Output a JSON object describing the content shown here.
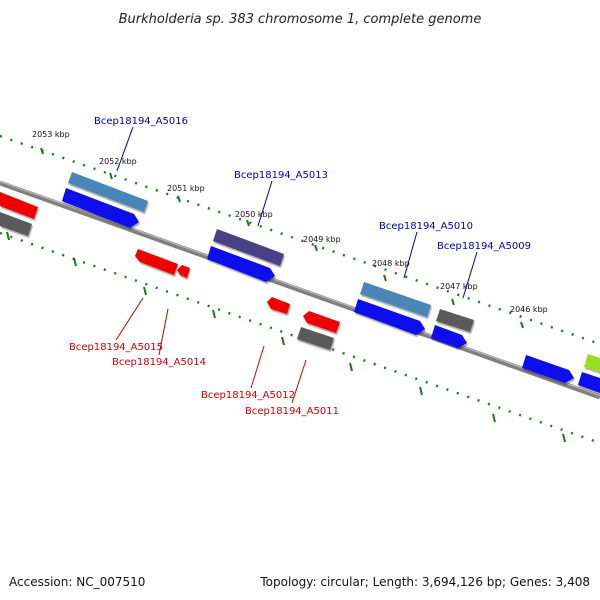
{
  "title": "Burkholderia sp. 383 chromosome 1, complete genome",
  "accession": "Accession: NC_007510",
  "summary": "Topology: circular; Length: 3,694,126 bp; Genes: 3,408",
  "ticks": [
    {
      "label": "2053 kbp"
    },
    {
      "label": "2052 kbp"
    },
    {
      "label": "2051 kbp"
    },
    {
      "label": "2050 kbp"
    },
    {
      "label": "2049 kbp"
    },
    {
      "label": "2048 kbp"
    },
    {
      "label": "2047 kbp"
    },
    {
      "label": "2046 kbp"
    }
  ],
  "gene_labels": [
    {
      "label": "Bcep18194_A5016",
      "strand": "plus"
    },
    {
      "label": "Bcep18194_A5013",
      "strand": "plus"
    },
    {
      "label": "Bcep18194_A5010",
      "strand": "plus"
    },
    {
      "label": "Bcep18194_A5009",
      "strand": "plus"
    },
    {
      "label": "Bcep18194_A5015",
      "strand": "minus"
    },
    {
      "label": "Bcep18194_A5014",
      "strand": "minus"
    },
    {
      "label": "Bcep18194_A5012",
      "strand": "minus"
    },
    {
      "label": "Bcep18194_A5011",
      "strand": "minus"
    }
  ],
  "colors": {
    "backbone": "#808080",
    "tick_dot": "#1a7a1a",
    "cds_blue": "#0a0aee",
    "gene_steel": "#4a86b8",
    "gene_purple": "#4a3f86",
    "gene_gray": "#5a5a5a",
    "gene_red": "#ee0000",
    "gene_lime": "#99dd22",
    "label_plus": "#0000aa",
    "label_minus": "#cc0000"
  }
}
